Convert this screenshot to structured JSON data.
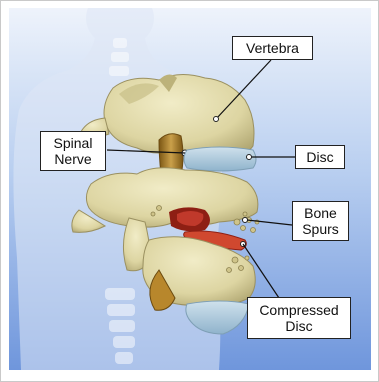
{
  "labels": {
    "vertebra": "Vertebra",
    "spinal_nerve": [
      "Spinal",
      "Nerve"
    ],
    "disc": "Disc",
    "bone_spurs": [
      "Bone",
      "Spurs"
    ],
    "compressed_disc": [
      "Compressed",
      "Disc"
    ]
  },
  "colors": {
    "background_blue": "#8fb2e8",
    "bone": "#e2dcae",
    "disc_blue": "#a9c8dc",
    "nerve": "#b8872c",
    "spur_red": "#c0392b",
    "callout_border": "#222222"
  }
}
